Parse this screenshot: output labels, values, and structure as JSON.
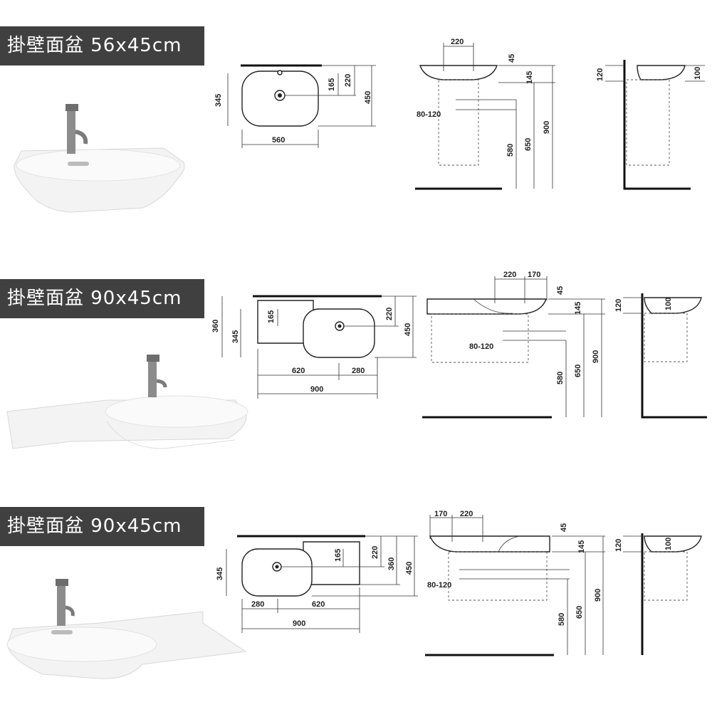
{
  "sections": [
    {
      "title": "掛壁面盆 56x45cm",
      "top_view": {
        "width": "560",
        "depth": "450",
        "inner_depth": "345",
        "d1": "165",
        "d2": "220"
      },
      "front_view": {
        "tap_spacing": "220",
        "top": "45",
        "bowl": "145",
        "range": "80-120",
        "h1": "580",
        "h2": "650",
        "h3": "900"
      },
      "side_view": {
        "h_wall": "120",
        "h_bowl": "100"
      }
    },
    {
      "title": "掛壁面盆 90x45cm",
      "top_view": {
        "width_left": "620",
        "width_right": "280",
        "total": "900",
        "depth_shelf": "360",
        "inner_depth": "345",
        "d1": "165",
        "d2": "220",
        "depth": "450"
      },
      "front_view": {
        "tap_spacing": "220",
        "edge": "170",
        "top": "45",
        "bowl": "145",
        "range": "80-120",
        "h1": "580",
        "h2": "650",
        "h3": "900"
      },
      "side_view": {
        "h_wall": "120",
        "h_bowl": "100"
      }
    },
    {
      "title": "掛壁面盆 90x45cm",
      "top_view": {
        "width_left": "280",
        "width_right": "620",
        "total": "900",
        "inner_depth": "345",
        "d1": "165",
        "d2": "220",
        "depth_shelf": "360",
        "depth": "450"
      },
      "front_view": {
        "edge": "170",
        "tap_spacing": "220",
        "top": "45",
        "bowl": "145",
        "range": "80-120",
        "h1": "580",
        "h2": "650",
        "h3": "900"
      },
      "side_view": {
        "h_wall": "120",
        "h_bowl": "100"
      }
    }
  ]
}
